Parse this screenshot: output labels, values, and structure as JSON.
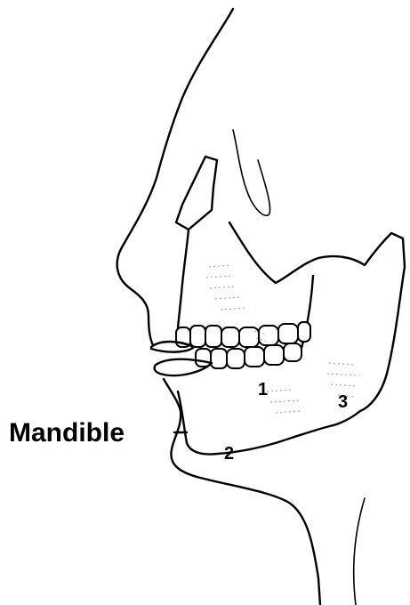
{
  "diagram": {
    "label_mandible": "Mandible",
    "region_1": "1",
    "region_2": "2",
    "region_3": "3"
  },
  "colors": {
    "ink": "#000000",
    "background": "#ffffff",
    "shading": "#555555"
  }
}
